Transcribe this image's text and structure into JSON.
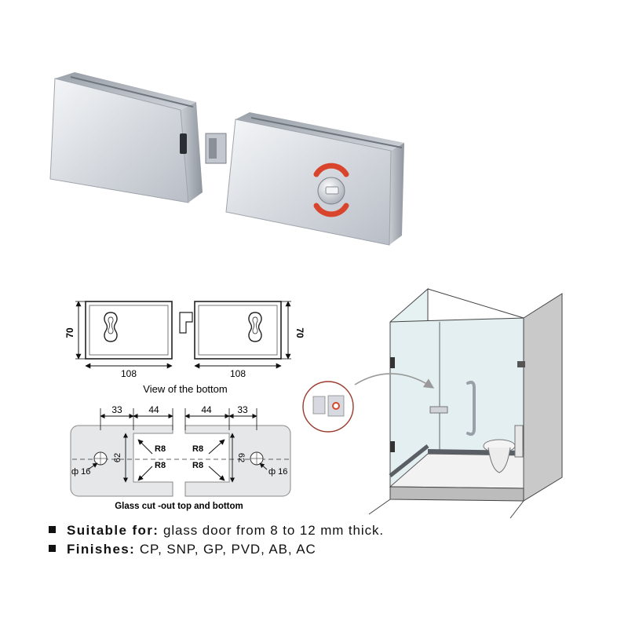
{
  "dimensions": {
    "height": "70",
    "width": "108",
    "cut_depth_a": "33",
    "cut_depth_b": "44",
    "cut_height": "62",
    "radius": "R8",
    "hole_dia": "ф 16"
  },
  "captions": {
    "bottom_view": "View of the bottom",
    "glass_cut": "Glass cut -out top and bottom"
  },
  "specs": [
    {
      "key": "Suitable for:",
      "value": "glass door from 8 to 12 mm thick."
    },
    {
      "key": "Finishes:",
      "value": "CP, SNP, GP, PVD, AB, AC"
    }
  ],
  "colors": {
    "chrome": "#d6dae0",
    "indicator_red": "#d8452c",
    "glass": "#e4f0f1",
    "wall": "#c8c8c8"
  }
}
